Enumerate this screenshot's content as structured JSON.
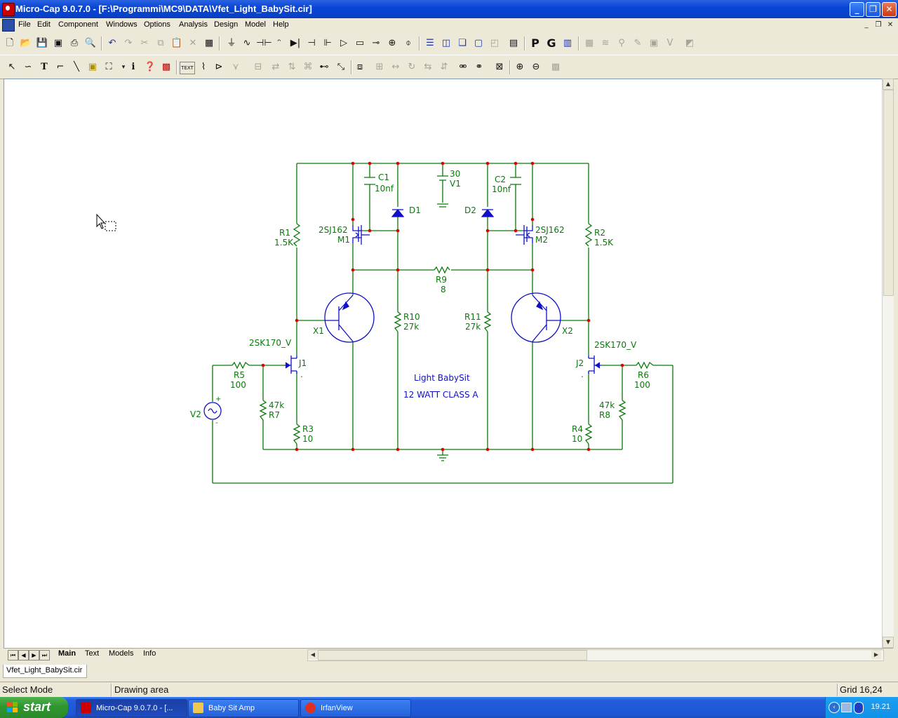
{
  "window": {
    "title": "Micro-Cap 9.0.7.0 - [F:\\Programmi\\MC9\\DATA\\Vfet_Light_BabySit.cir]"
  },
  "menu": [
    "File",
    "Edit",
    "Component",
    "Windows",
    "Options",
    "Analysis",
    "Design",
    "Model",
    "Help"
  ],
  "toolbar1": {
    "icons": [
      "new-file-icon",
      "open-folder-icon",
      "save-icon",
      "save-all-icon",
      "print-icon",
      "print-preview-icon",
      "undo-icon",
      "redo-icon",
      "cut-icon",
      "copy-icon",
      "paste-icon",
      "delete-icon",
      "select-all-icon",
      "ground-icon",
      "resistor-icon",
      "capacitor-icon",
      "inductor-icon",
      "diode-icon",
      "battery-icon",
      "npn-icon",
      "opamp-icon",
      "subckt-icon",
      "switch-icon",
      "source-icon",
      "isource-icon",
      "tile-h-icon",
      "tile-v-icon",
      "cascade-icon",
      "maximize-icon",
      "restore-icon",
      "calculator-icon",
      "p-key-icon",
      "g-key-icon",
      "window-icon",
      "grid-icon",
      "wave-icon",
      "probe-icon",
      "pen-icon",
      "component-icon",
      "value-icon",
      "picture-icon"
    ],
    "letters": {
      "p": "P",
      "g": "G"
    }
  },
  "toolbar2": {
    "icons": [
      "select-arrow-icon",
      "wire-icon",
      "text-tool-icon",
      "ortho-wire-icon",
      "diag-wire-icon",
      "info-icon",
      "flag-icon",
      "attribute-icon",
      "help-icon",
      "check-icon",
      "text-label-icon",
      "node-numbers-icon",
      "pin-icon",
      "probe-dim-icon",
      "grid-dim-icon",
      "rotate-icon",
      "mirror-icon",
      "flip-icon",
      "wire-tool-icon",
      "step-icon",
      "cursor-icon",
      "properties-icon",
      "align-icon",
      "hmirror-icon",
      "rotate-dim-icon",
      "flip-dim-icon",
      "hflip-dim-icon",
      "find-icon",
      "binoculars-icon",
      "check-page-icon",
      "zoom-in-icon",
      "zoom-out-icon",
      "camera-icon"
    ],
    "text_button": "TEXT",
    "t_label": "T",
    "i_label": "i"
  },
  "schematic": {
    "title": "Light BabySit",
    "subtitle": "12 WATT CLASS A",
    "labels": {
      "c1": "C1",
      "c1_val": "10nf",
      "c2": "C2",
      "c2_val": "10nf",
      "v1_val": "30",
      "v1": "V1",
      "d1": "D1",
      "d2": "D2",
      "m1_model": "2SJ162",
      "m1": "M1",
      "m2_model": "2SJ162",
      "m2": "M2",
      "r1": "R1",
      "r1_val": "1.5K",
      "r2": "R2",
      "r2_val": "1.5K",
      "r9": "R9",
      "r9_val": "8",
      "r10": "R10",
      "r10_val": "27k",
      "r11": "R11",
      "r11_val": "27k",
      "x1": "X1",
      "x2": "X2",
      "j1_model": "2SK170_V",
      "j1": "J1",
      "j2_model": "2SK170_V",
      "j2": "J2",
      "r5": "R5",
      "r5_val": "100",
      "r6": "R6",
      "r6_val": "100",
      "r7_val": "47k",
      "r7": "R7",
      "r8_val": "47k",
      "r8": "R8",
      "r3": "R3",
      "r3_val": "10",
      "r4": "R4",
      "r4_val": "10",
      "v2": "V2",
      "plus": "+",
      "minus": "-",
      "dot": "."
    }
  },
  "tabs": [
    "Main",
    "Text",
    "Models",
    "Info"
  ],
  "doc_tab": "Vfet_Light_BabySit.cir",
  "status": {
    "mode": "Select Mode",
    "area": "Drawing area",
    "grid": "Grid 16,24"
  },
  "taskbar": {
    "start": "start",
    "items": [
      "Micro-Cap 9.0.7.0 - [...",
      "Baby Sit Amp",
      "IrfanView"
    ],
    "clock": "19.21"
  },
  "colors": {
    "wire": "#0a7a0a",
    "node": "#e00000",
    "component": "#1010c8",
    "label": "#0a7a0a",
    "text_blue": "#1010c8"
  }
}
